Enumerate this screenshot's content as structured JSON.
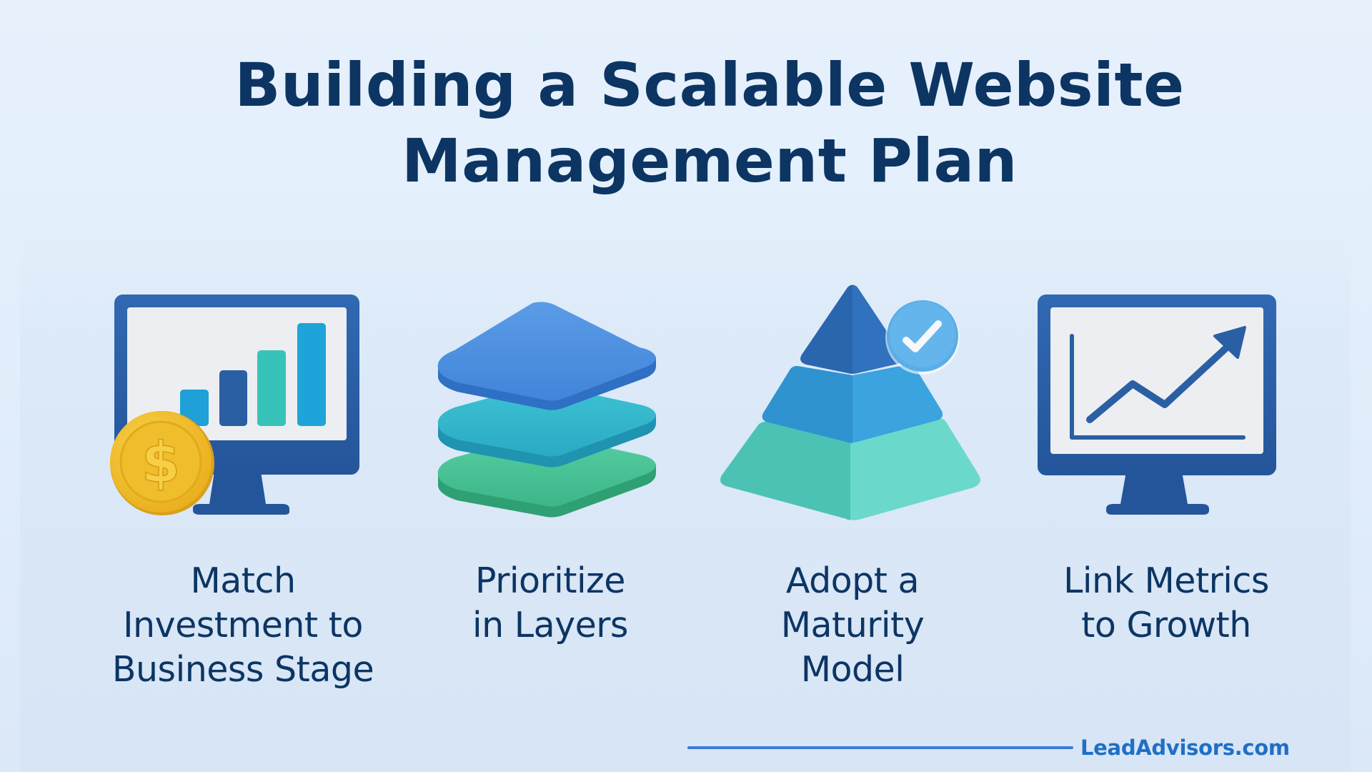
{
  "title": {
    "line1": "Building a Scalable Website",
    "line2": "Management Plan"
  },
  "steps": [
    {
      "icon": "monitor-bar-chart-coin-icon",
      "lines": [
        "Match",
        "Investment to",
        "Business Stage"
      ]
    },
    {
      "icon": "stacked-layers-icon",
      "lines": [
        "Prioritize",
        "in Layers"
      ]
    },
    {
      "icon": "pyramid-checkmark-icon",
      "lines": [
        "Adopt a",
        "Maturity",
        "Model"
      ]
    },
    {
      "icon": "monitor-growth-chart-icon",
      "lines": [
        "Link Metrics",
        "to Growth"
      ]
    }
  ],
  "footer": {
    "brand": "LeadAdvisors.com"
  },
  "colors": {
    "title_text": "#0c3563",
    "monitor_frame": "#2b5fa5",
    "screen": "#eceff3",
    "coin": "#f2c12e",
    "layer_top": "#4a8fe0",
    "layer_mid": "#34b6cc",
    "layer_bottom": "#47c497",
    "pyramid_top": "#2760a8",
    "pyramid_mid": "#3ba3de",
    "pyramid_base": "#5fd2c4",
    "check_badge": "#5aaee8",
    "footer_accent": "#1f6fc6"
  }
}
